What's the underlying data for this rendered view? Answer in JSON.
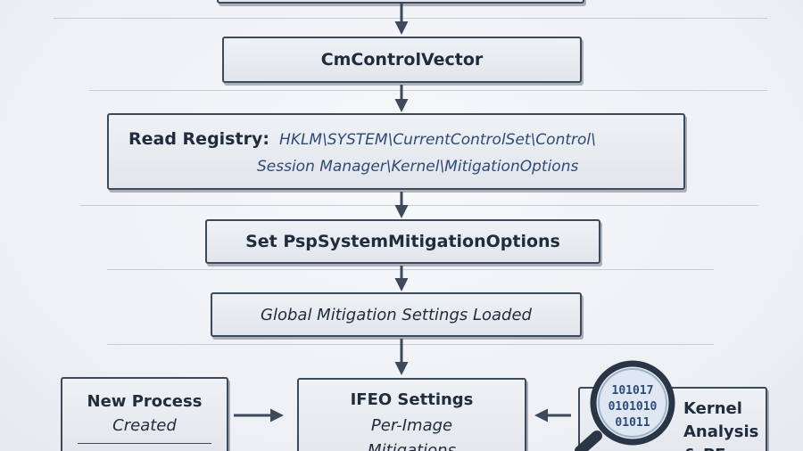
{
  "nodes": {
    "cm_control_vector": "CmControlVector",
    "read_registry": {
      "label": "Read Registry:",
      "path_line1": "HKLM\\SYSTEM\\CurrentControlSet\\Control\\",
      "path_line2": "Session Manager\\Kernel\\MitigationOptions"
    },
    "set_psp": "Set PspSystemMitigationOptions",
    "global_loaded": "Global Mitigation Settings Loaded",
    "new_process": {
      "line1": "New Process",
      "line2": "Created"
    },
    "ifeo": {
      "line1": "IFEO Settings",
      "line2": "Per-Image",
      "line3": "Mitigations"
    },
    "kernel_analysis": {
      "line1": "Kernel",
      "line2": "Analysis",
      "line3": "& PE"
    }
  },
  "magnifier": {
    "binary_line1": "101017",
    "binary_line2": "0101010",
    "binary_line3": "01011"
  },
  "colors": {
    "border": "#3c4a5c",
    "box_fill": "#e6e9ee",
    "path_blue": "#2f4a78",
    "text": "#1f2c3d"
  },
  "icons": [
    "magnifier-icon",
    "arrow-down-icon",
    "arrow-right-icon",
    "arrow-left-icon"
  ]
}
